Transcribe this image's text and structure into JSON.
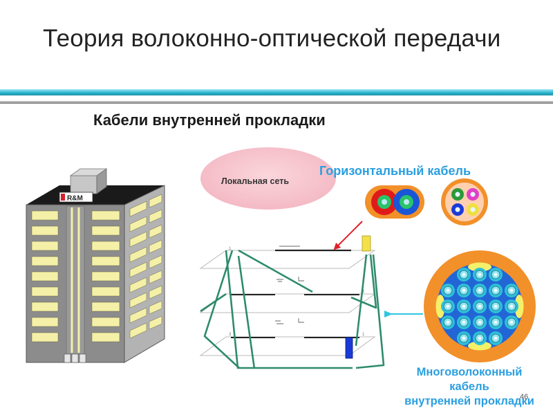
{
  "title": "Теория волоконно-оптической передачи",
  "subtitle": "Кабели внутренней прокладки",
  "building": {
    "logo_text": "R&M"
  },
  "lan": {
    "label": "Локальная сеть"
  },
  "horizontal_cable": {
    "label": "Горизонтальный кабель"
  },
  "multifiber_cable": {
    "label_lines": [
      "Многоволоконный",
      "кабель",
      "внутренней прокладки"
    ]
  },
  "page_number": "46",
  "colors": {
    "title": "#222222",
    "accent_label": "#2a9fe0",
    "building_wall": "#8c8c8c",
    "window": "#f4f0a8",
    "lan_ellipse": "#f7c3cc",
    "cable_green": "#2e8b6e",
    "arrow_red": "#e0202a",
    "arrow_cyan": "#2ec6e0",
    "multifiber_jacket": "#f2902a",
    "multifiber_core": "#2266d6"
  }
}
